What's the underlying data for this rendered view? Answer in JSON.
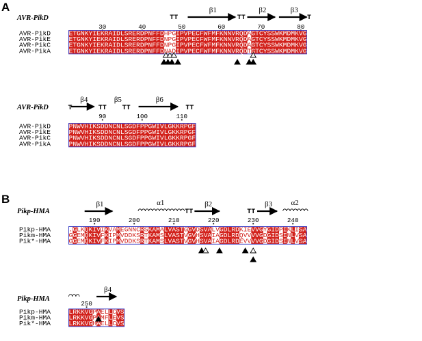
{
  "figure": {
    "panels": [
      {
        "letter": "A",
        "blocks": [
          {
            "ref": "AVR-PikD",
            "names": [
              "AVR-PikD",
              "AVR-PikE",
              "AVR-PikC",
              "AVR-PikA"
            ],
            "seqs": [
              "ETGNKYIEKRAIDLSRERDPNFFDHPGIPVPECFWFMFKNNVRQDAGTCYSSWKMDMKVG",
              "ETGNKYIEKRAIDLSRERDPNFFDNPGIPVPECFWFMFKNNVRQDAGTCYSSWKMDMKVG",
              "ETGNKYIEKRAIDLSRERDPNFFDNPGIPVPECFWFMFKNNVRQDAGTCYSSWKMDMKVG",
              "ETGNKYIEKRAIDLSRERDPNFFDNADIPVPECFWFMFKNNVRQDTGTCYSSWKMDMKVG"
            ],
            "numbers": [
              {
                "label": "30",
                "col": 8
              },
              {
                "label": "40",
                "col": 18
              },
              {
                "label": "50",
                "col": 28
              },
              {
                "label": "60",
                "col": 38
              },
              {
                "label": "70",
                "col": 48
              },
              {
                "label": "80",
                "col": 58
              }
            ],
            "ss_turns": [
              {
                "label": "TT",
                "col": 26.5
              },
              {
                "label": "TT",
                "col": 43.5
              },
              {
                "label": "T",
                "col": 60.6
              }
            ],
            "ss_arrows": [
              {
                "label": "β1",
                "from": 30,
                "to": 42
              },
              {
                "label": "β2",
                "from": 45,
                "to": 52
              },
              {
                "label": "β3",
                "from": 53,
                "to": 60
              }
            ],
            "ss_helices": [],
            "ss_ends": [],
            "triangles": [
              {
                "col": 24,
                "row": 0,
                "filled": false
              },
              {
                "col": 25,
                "row": 0,
                "filled": false
              },
              {
                "col": 26,
                "row": 0,
                "filled": false
              },
              {
                "col": 23.5,
                "row": 1,
                "filled": true
              },
              {
                "col": 24.5,
                "row": 1,
                "filled": true
              },
              {
                "col": 25.5,
                "row": 1,
                "filled": true
              },
              {
                "col": 27,
                "row": 1,
                "filled": true
              },
              {
                "col": 46,
                "row": 0,
                "filled": false
              },
              {
                "col": 42,
                "row": 1,
                "filled": true
              },
              {
                "col": 45,
                "row": 1,
                "filled": true
              },
              {
                "col": 46,
                "row": 1,
                "filled": true
              }
            ]
          },
          {
            "ref": "AVR-PikD",
            "names": [
              "AVR-PikD",
              "AVR-PikE",
              "AVR-PikC",
              "AVR-PikA"
            ],
            "seqs": [
              "PNWVHIKSDDNCNLSGDFPPGWIVLGKKRPGF",
              "PNWVHIKSDDNCNLSGDFPPGWIVLGKKRPGF",
              "PNWVHIKSDDNCNLSGDFPPGWIVLGKKRPGF",
              "PNWVHIKSDDNCNLSGDFPPGWIVLGKKRPGF"
            ],
            "numbers": [
              {
                "label": "90",
                "col": 8
              },
              {
                "label": "100",
                "col": 18
              },
              {
                "label": "110",
                "col": 28
              }
            ],
            "ss_turns": [
              {
                "label": "TT",
                "col": 8.5
              },
              {
                "label": "TT",
                "col": 14.5
              },
              {
                "label": "TT",
                "col": 30.5
              }
            ],
            "ss_arrows": [
              {
                "label": "β4",
                "from": 0.6,
                "to": 6.4
              },
              {
                "label": "β5",
                "from": 12,
                "to": 12.1
              },
              {
                "label": "β6",
                "from": 17.6,
                "to": 27.5
              }
            ],
            "ss_helices": [],
            "ss_ends": [
              {
                "label": "T",
                "col": 0
              }
            ],
            "triangles": []
          }
        ]
      },
      {
        "letter": "B",
        "blocks": [
          {
            "ref": "Pikp-HMA",
            "names": [
              "Pikp-HMA",
              "Pikm-HMA",
              "Pik*-HMA"
            ],
            "seqs": [
              ".GLKQKIVIKVAMEGNNCRSKAMALVASTGGVDSVALVGDLRDKIEVVGYGIDPIKLISA",
              "GGEMQKIVFKIPMVDDKSRTKAMSLVASTVGVHSVAIAGDLRDQVVVVGDGIDSINLVSA",
              "GGEMQKIVFKIPMVDDKSRTKAMSLVASTVGVHSVAIAGDLRDEVVVVGDGIDSINLVSA"
            ],
            "numbers": [
              {
                "label": "190",
                "col": 6
              },
              {
                "label": "200",
                "col": 16
              },
              {
                "label": "210",
                "col": 26
              },
              {
                "label": "220",
                "col": 36
              },
              {
                "label": "230",
                "col": 46
              },
              {
                "label": "240",
                "col": 56
              }
            ],
            "ss_turns": [
              {
                "label": "TT",
                "col": 30.3
              },
              {
                "label": "TT",
                "col": 46
              }
            ],
            "ss_arrows": [
              {
                "label": "β1",
                "from": 4,
                "to": 11
              },
              {
                "label": "β2",
                "from": 31.7,
                "to": 38
              },
              {
                "label": "β3",
                "from": 47.5,
                "to": 52.5
              }
            ],
            "ss_helices": [
              {
                "label": "α1",
                "from": 17.5,
                "to": 28.8
              },
              {
                "label": "α2",
                "from": 54,
                "to": 60
              }
            ],
            "ss_ends": [],
            "triangles": [
              {
                "col": 33,
                "row": 0,
                "filled": true
              },
              {
                "col": 34,
                "row": 0,
                "filled": false
              },
              {
                "col": 37.5,
                "row": 0,
                "filled": true
              },
              {
                "col": 44,
                "row": 0,
                "filled": true
              },
              {
                "col": 46,
                "row": 0,
                "filled": false
              },
              {
                "col": 46,
                "row": 1,
                "filled": true
              }
            ]
          },
          {
            "ref": "Pikp-HMA",
            "names": [
              "Pikp-HMA",
              "Pikm-HMA",
              "Pik*-HMA"
            ],
            "seqs": [
              "LRKKVGPAELLCVS",
              "LRKKVGPAMFLEVS",
              "LRKKVGHAELLCVS"
            ],
            "numbers": [
              {
                "label": "250",
                "col": 4
              }
            ],
            "ss_turns": [],
            "ss_arrows": [
              {
                "label": "β4",
                "from": 7,
                "to": 12
              }
            ],
            "ss_helices": [
              {
                "label": "",
                "from": 0,
                "to": 2.7
              }
            ],
            "ss_ends": [],
            "triangles": [
              {
                "col": 7,
                "row": 0,
                "filled": true
              }
            ]
          }
        ]
      }
    ],
    "colors": {
      "red": "#d2211b",
      "hollow": "#ffffff",
      "blue_frame": "#3b40c7",
      "similar_text": "#d2211b",
      "ink": "#000000"
    }
  }
}
